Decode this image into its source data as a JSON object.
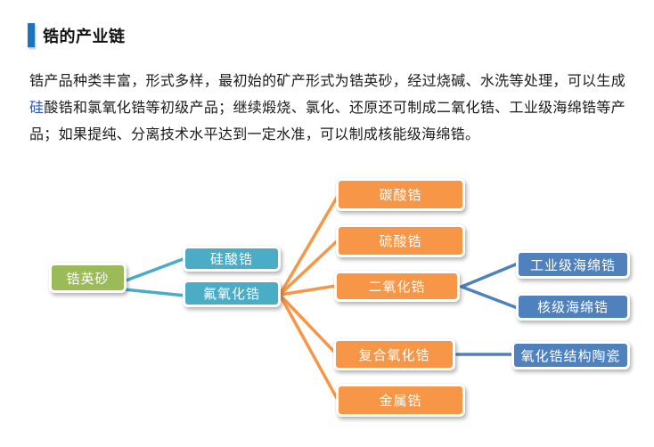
{
  "page": {
    "background": "#ffffff"
  },
  "header": {
    "title": "锆的产业链",
    "accent_bar_color": "#1E73BE"
  },
  "intro": {
    "text_before_link": "锆产品种类丰富，形式多样，最初始的矿产形式为锆英砂，经过烧碱、水洗等处理，可以生成",
    "link_text": "硅",
    "text_after_link": "酸锆和氯氧化锆等初级产品；继续煅烧、氯化、还原还可制成二氧化锆、工业级海绵锆等产品；如果提纯、分离技术水平达到一定水准，可以制成核能级海绵锆。",
    "link_color": "#2456C8",
    "text_color": "#1a1a1a"
  },
  "diagram": {
    "colors": {
      "green": "#9BBB59",
      "teal": "#4BACC6",
      "orange": "#F79646",
      "blue": "#4F81BD"
    },
    "nodes": [
      {
        "id": "zircon-sand",
        "label": "锆英砂",
        "color": "#9BBB59"
      },
      {
        "id": "zirconium-silicate",
        "label": "硅酸锆",
        "color": "#4BACC6"
      },
      {
        "id": "zirconium-oxyfluoride",
        "label": "氟氧化锆",
        "color": "#4BACC6"
      },
      {
        "id": "zirconium-carbonate",
        "label": "碳酸锆",
        "color": "#F79646"
      },
      {
        "id": "zirconium-sulfate",
        "label": "硫酸锆",
        "color": "#F79646"
      },
      {
        "id": "zirconium-dioxide",
        "label": "二氧化锆",
        "color": "#F79646"
      },
      {
        "id": "composite-zirconia",
        "label": "复合氧化锆",
        "color": "#F79646"
      },
      {
        "id": "zirconium-metal",
        "label": "金属锆",
        "color": "#F79646"
      },
      {
        "id": "industrial-grade-sponge-zirconium",
        "label": "工业级海绵锆",
        "color": "#4F81BD"
      },
      {
        "id": "nuclear-grade-sponge-zirconium",
        "label": "核级海绵锆",
        "color": "#4F81BD"
      },
      {
        "id": "zirconia-structural-ceramics",
        "label": "氧化锆结构陶瓷",
        "color": "#4F81BD"
      }
    ],
    "edges": [
      {
        "from": "zircon-sand",
        "to": "zirconium-silicate",
        "color": "#4BACC6"
      },
      {
        "from": "zircon-sand",
        "to": "zirconium-oxyfluoride",
        "color": "#4BACC6"
      },
      {
        "from": "zirconium-oxyfluoride",
        "to": "zirconium-carbonate",
        "color": "#F79646"
      },
      {
        "from": "zirconium-oxyfluoride",
        "to": "zirconium-sulfate",
        "color": "#F79646"
      },
      {
        "from": "zirconium-oxyfluoride",
        "to": "zirconium-dioxide",
        "color": "#F79646"
      },
      {
        "from": "zirconium-oxyfluoride",
        "to": "composite-zirconia",
        "color": "#F79646"
      },
      {
        "from": "zirconium-oxyfluoride",
        "to": "zirconium-metal",
        "color": "#F79646"
      },
      {
        "from": "zirconium-dioxide",
        "to": "industrial-grade-sponge-zirconium",
        "color": "#4F81BD"
      },
      {
        "from": "zirconium-dioxide",
        "to": "nuclear-grade-sponge-zirconium",
        "color": "#4F81BD"
      },
      {
        "from": "composite-zirconia",
        "to": "zirconia-structural-ceramics",
        "color": "#4F81BD"
      }
    ]
  }
}
